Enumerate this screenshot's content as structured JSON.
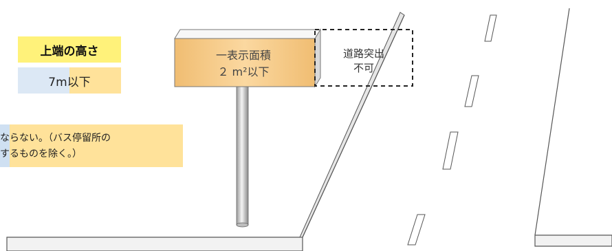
{
  "height_box": {
    "title": "上端の高さ",
    "value": "7m以下"
  },
  "sign": {
    "line1": "一表示面積",
    "line2": "２ m²以下"
  },
  "protrusion": {
    "line1": "道路突出",
    "line2": "不可"
  },
  "note": {
    "line1": "ならない。（バス停留所の",
    "line2": "するものを除く。）"
  },
  "colors": {
    "label_yellow": "#fff27a",
    "value_orange": "#ffe29a",
    "value_blue": "#dce8f5",
    "sign_orange": "#f3c07a",
    "pole_gray": "#c8c8c8",
    "curb_gray": "#efefef"
  }
}
